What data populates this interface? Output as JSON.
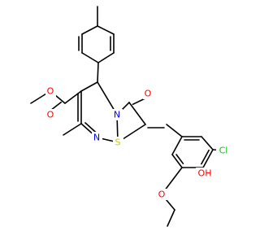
{
  "molecule": {
    "atoms": {
      "o_ester_carbonyl": {
        "label": "O",
        "color": "#ff0000"
      },
      "o_ester_methoxy": {
        "label": "O",
        "color": "#ff0000"
      },
      "n_ring": {
        "label": "N",
        "color": "#0000ff"
      },
      "n_imine": {
        "label": "N",
        "color": "#0000ff"
      },
      "o_ketone": {
        "label": "O",
        "color": "#ff0000"
      },
      "s_thiazole": {
        "label": "S",
        "color": "#c8c800"
      },
      "cl": {
        "label": "Cl",
        "color": "#00c800"
      },
      "oh": {
        "label": "OH",
        "color": "#ff0000"
      },
      "o_ethoxy": {
        "label": "O",
        "color": "#ff0000"
      }
    },
    "bond_color": "#000000"
  }
}
